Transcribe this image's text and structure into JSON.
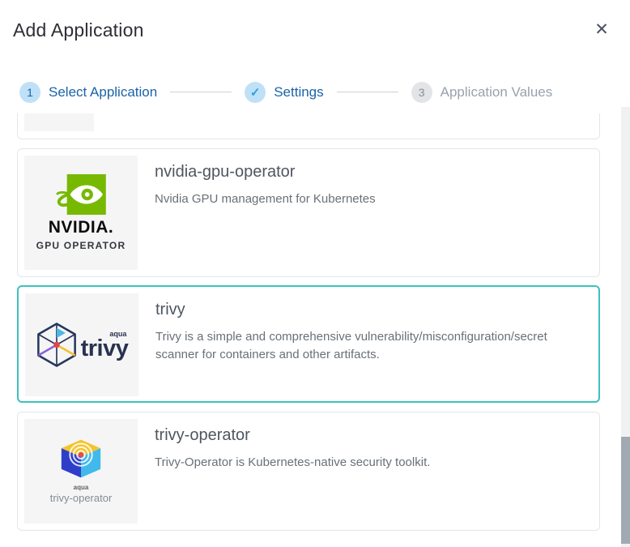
{
  "modal": {
    "title": "Add Application",
    "close_icon": "✕"
  },
  "stepper": {
    "steps": [
      {
        "indicator": "1",
        "label": "Select Application",
        "state": "current"
      },
      {
        "indicator": "✓",
        "label": "Settings",
        "state": "completed"
      },
      {
        "indicator": "3",
        "label": "Application Values",
        "state": "upcoming"
      }
    ]
  },
  "applications": {
    "cards": [
      {
        "name": "nvidia-gpu-operator",
        "description": "Nvidia GPU management for Kubernetes",
        "selected": false
      },
      {
        "name": "trivy",
        "description": "Trivy is a simple and comprehensive vulnerability/misconfiguration/secret scanner for containers and other artifacts.",
        "selected": true
      },
      {
        "name": "trivy-operator",
        "description": "Trivy-Operator is Kubernetes-native security toolkit.",
        "selected": false
      }
    ]
  },
  "logos": {
    "nvidia": {
      "brand": "NVIDIA.",
      "sub": "GPU OPERATOR"
    },
    "trivy": {
      "vendor": "aqua",
      "brand": "trivy"
    },
    "trivy_operator": {
      "vendor": "aqua",
      "brand": "trivy-operator"
    }
  },
  "colors": {
    "accent_blue": "#1a63a8",
    "step_circle_blue": "#bfe1f8",
    "step_circle_gray": "#e2e4e7",
    "selected_border_teal": "#3cc2bc",
    "card_border_gray": "#e3e6e9",
    "nvidia_green": "#76b900",
    "scrollbar_thumb": "#a1a9b3"
  }
}
